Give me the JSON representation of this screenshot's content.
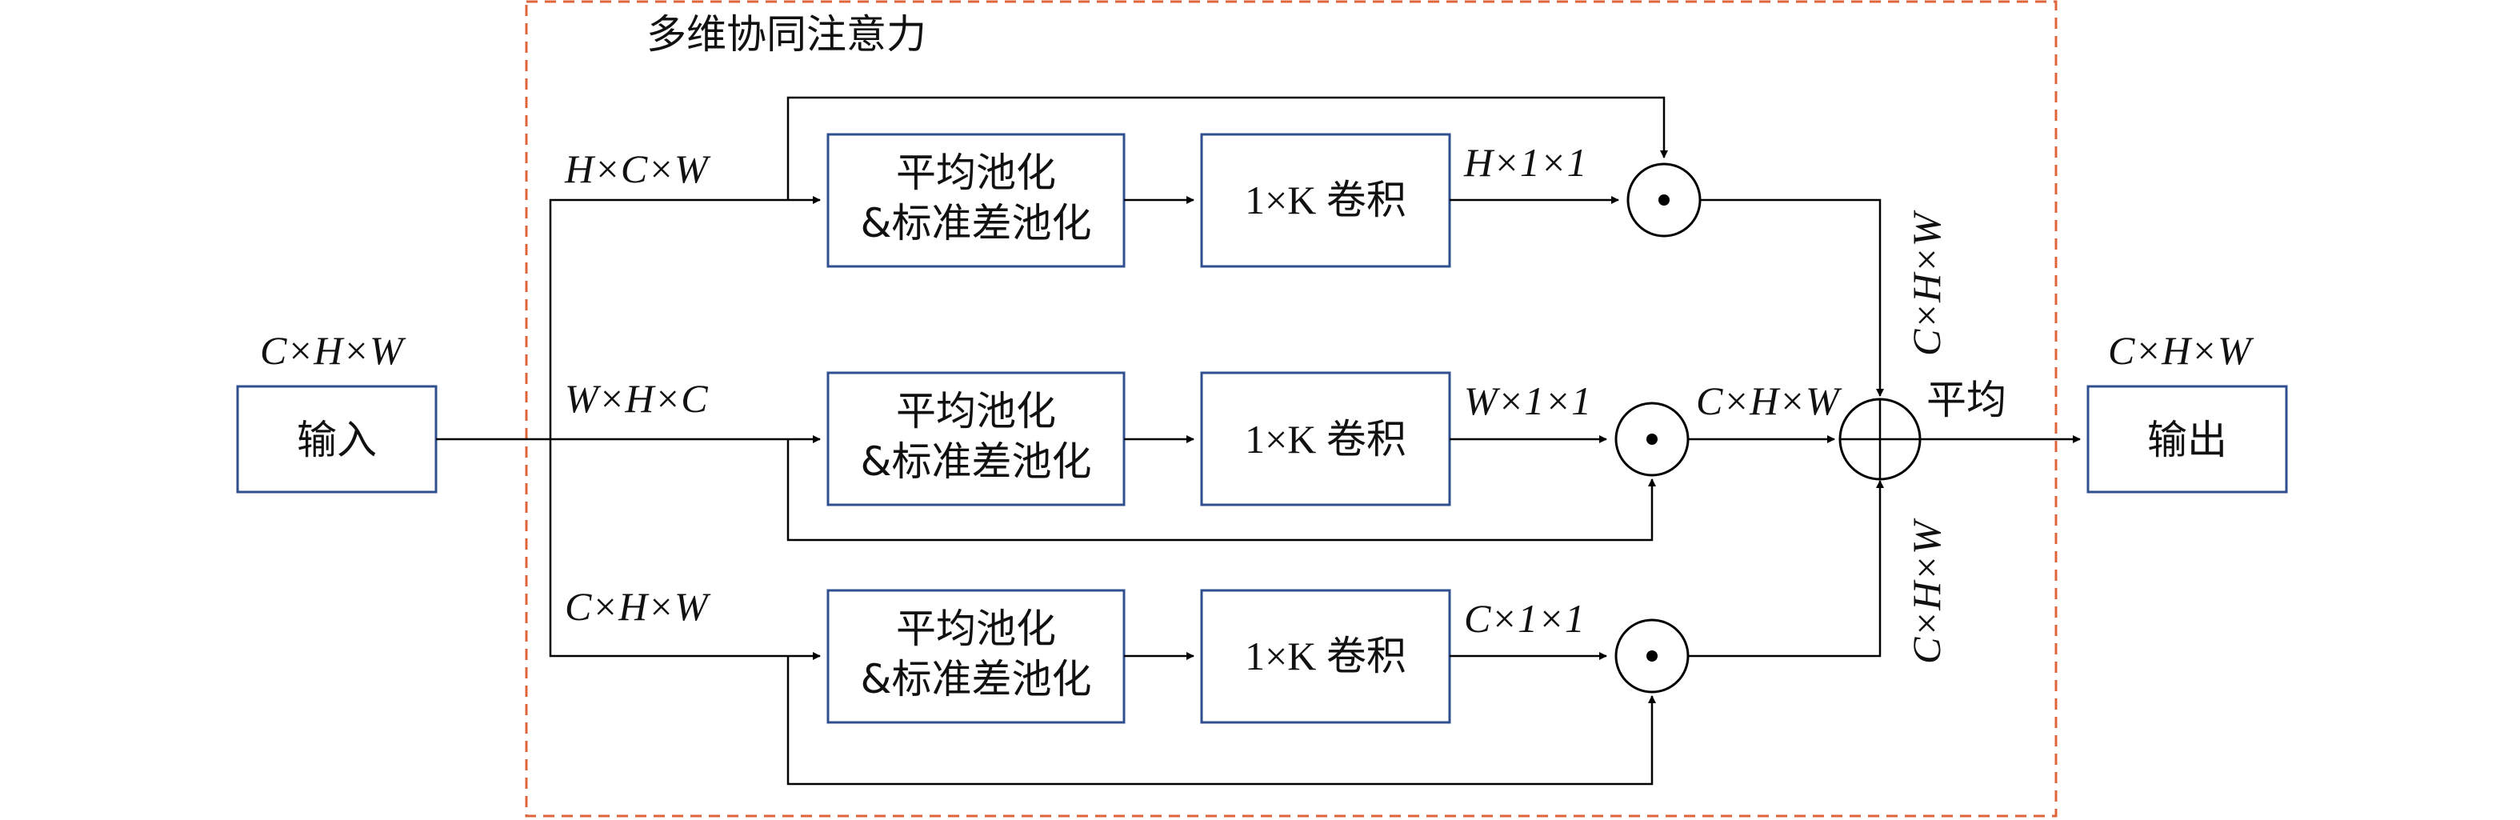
{
  "title": "多维协同注意力",
  "input": {
    "shape": "C×H×W",
    "label": "输入"
  },
  "output": {
    "shape": "C×H×W",
    "label": "输出"
  },
  "branches": [
    {
      "in_shape": "H×C×W",
      "pool_line1": "平均池化",
      "pool_line2": "&标准差池化",
      "conv_label": "1×K 卷积",
      "attn_shape": "H×1×1"
    },
    {
      "in_shape": "W×H×C",
      "pool_line1": "平均池化",
      "pool_line2": "&标准差池化",
      "conv_label": "1×K 卷积",
      "attn_shape": "W×1×1"
    },
    {
      "in_shape": "C×H×W",
      "pool_line1": "平均池化",
      "pool_line2": "&标准差池化",
      "conv_label": "1×K 卷积",
      "attn_shape": "C×1×1"
    }
  ],
  "merge": {
    "label": "平均",
    "top_shape": "C×H×W",
    "middle_shape": "C×H×W",
    "bottom_shape": "C×H×W"
  },
  "colors": {
    "box_border": "#2f4f8f",
    "module_border": "#e0643a",
    "line": "#000000"
  },
  "icons": {
    "multiply": "circle-dot-icon",
    "sum": "circle-plus-icon"
  }
}
